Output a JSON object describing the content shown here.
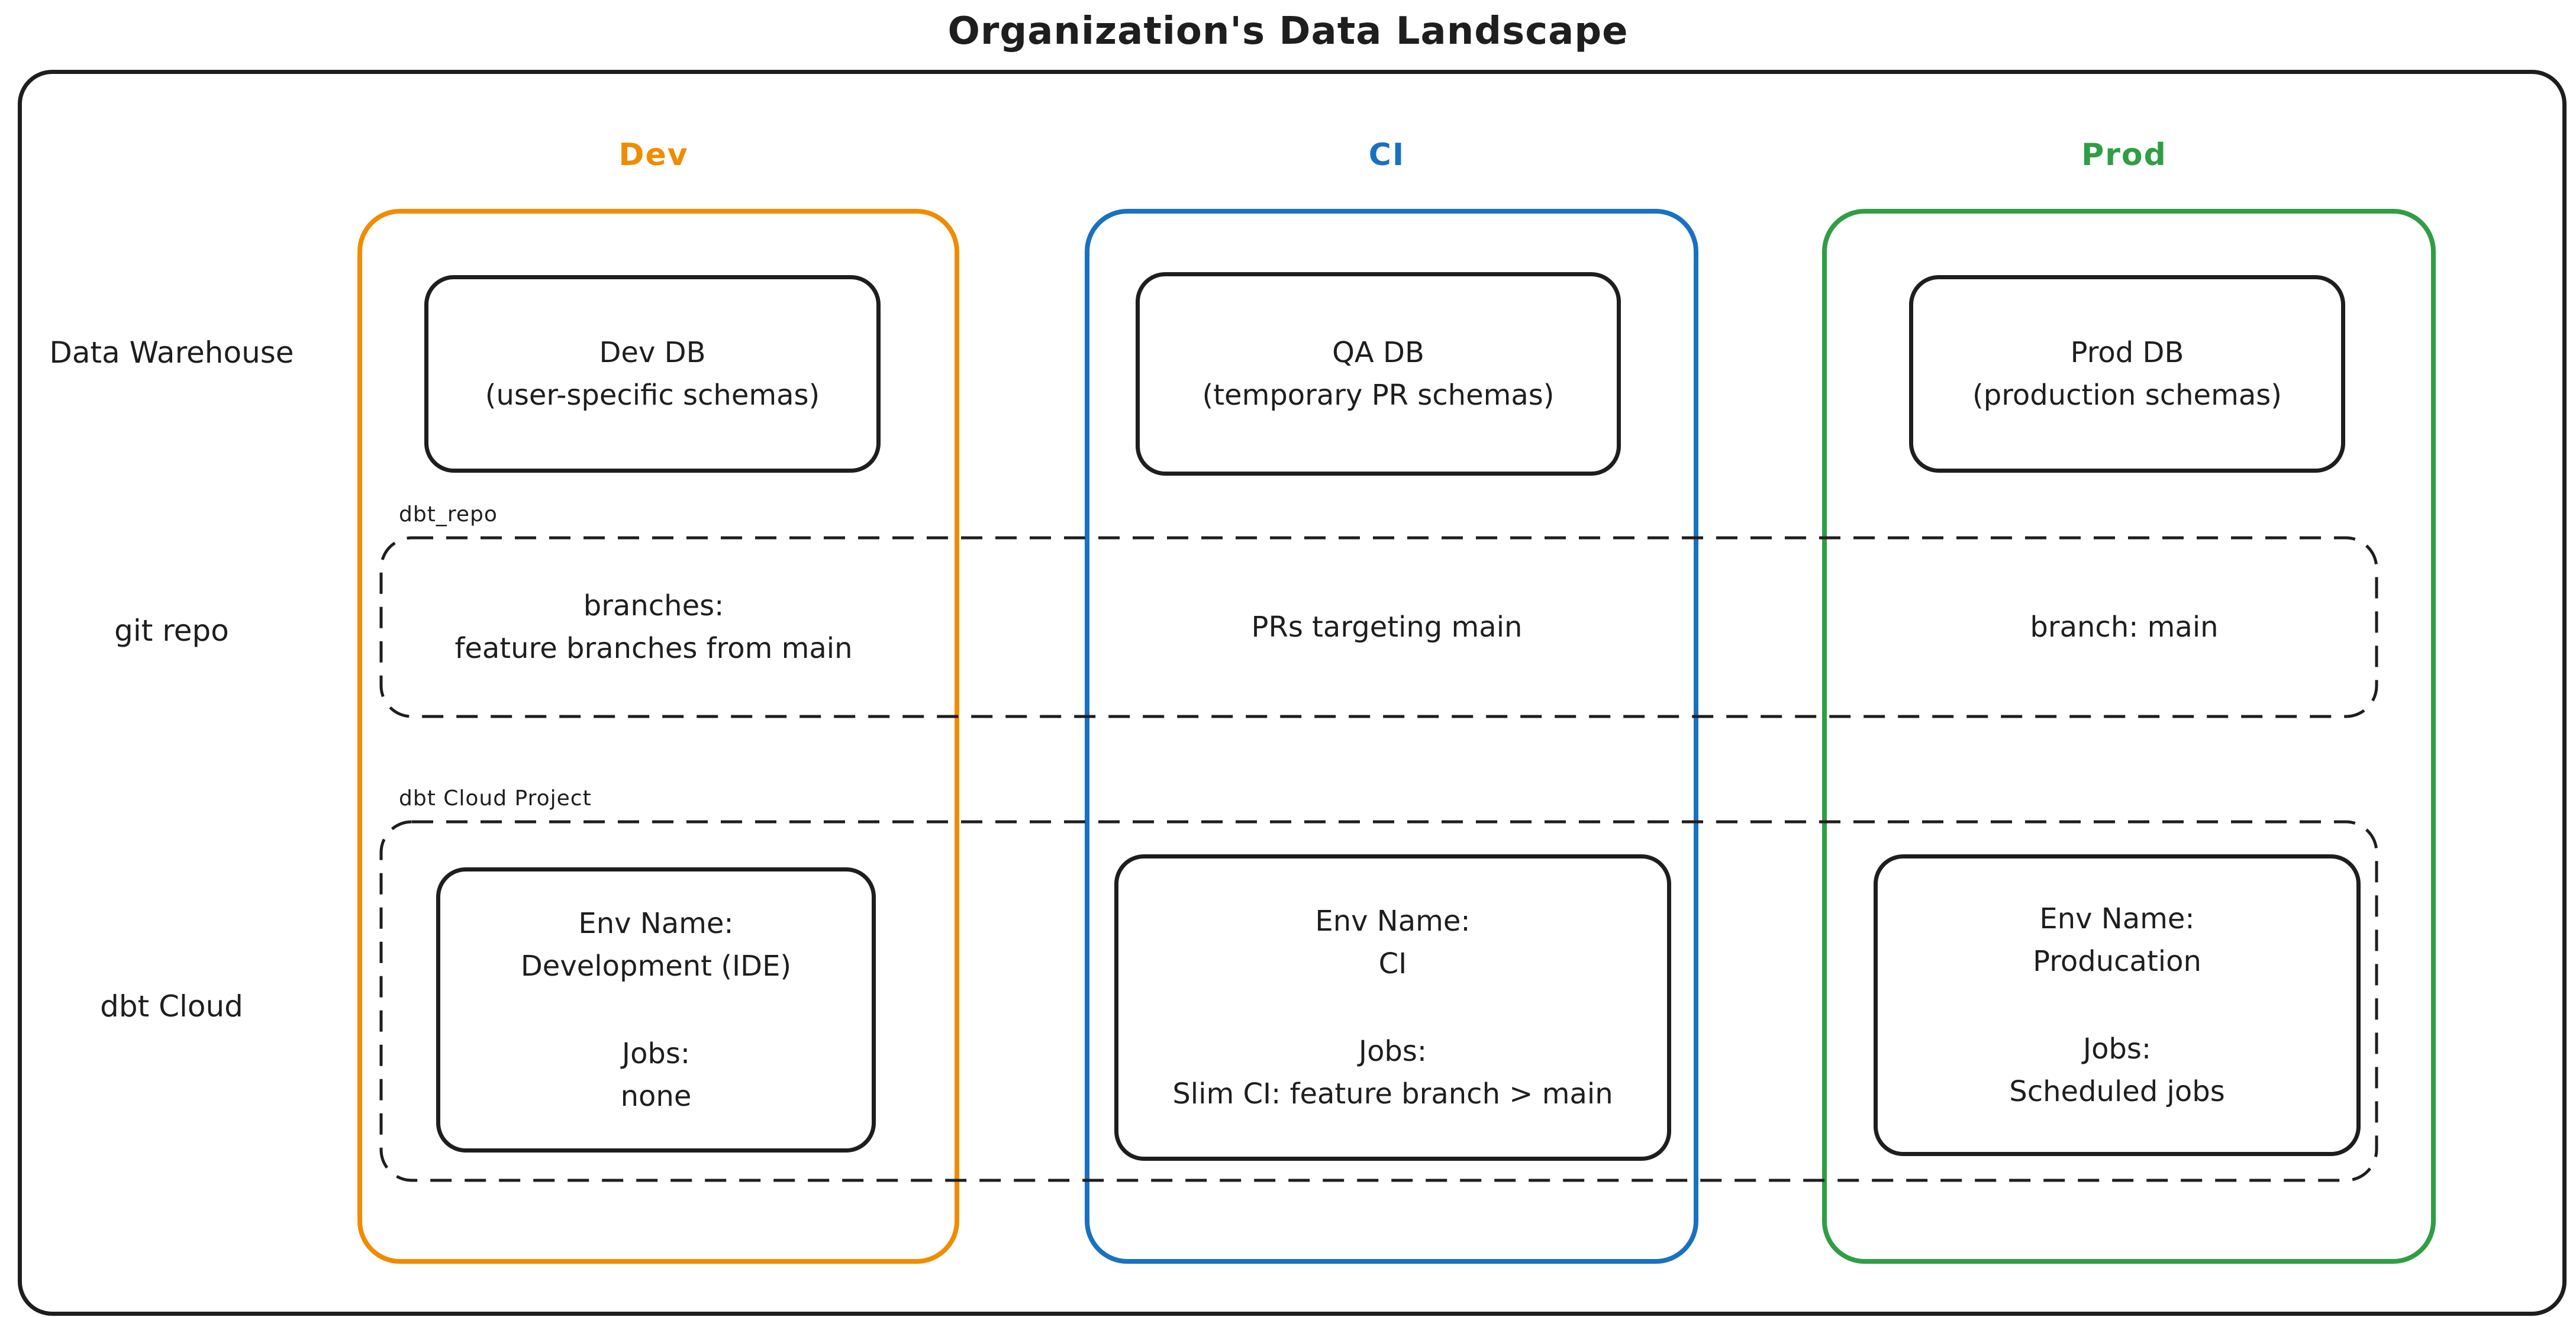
{
  "title": "Organization's Data Landscape",
  "row_labels": {
    "warehouse": "Data Warehouse",
    "git": "git repo",
    "dbt": "dbt Cloud"
  },
  "band_labels": {
    "repo": "dbt_repo",
    "project": "dbt Cloud Project"
  },
  "columns": [
    {
      "id": "dev",
      "header": "Dev",
      "color": "#f08c00",
      "db_title": "Dev DB",
      "db_subtitle": "(user-specific schemas)",
      "git_line1": "branches:",
      "git_line2": "feature branches from main",
      "env_label": "Env Name:",
      "env_value": "Development (IDE)",
      "jobs_label": "Jobs:",
      "jobs_value": "none"
    },
    {
      "id": "ci",
      "header": "CI",
      "color": "#1971c2",
      "db_title": "QA DB",
      "db_subtitle": "(temporary PR schemas)",
      "git_line1": "PRs targeting main",
      "git_line2": "",
      "env_label": "Env Name:",
      "env_value": "CI",
      "jobs_label": "Jobs:",
      "jobs_value": "Slim CI: feature branch > main"
    },
    {
      "id": "prod",
      "header": "Prod",
      "color": "#2f9e44",
      "db_title": "Prod DB",
      "db_subtitle": "(production schemas)",
      "git_line1": "branch: main",
      "git_line2": "",
      "env_label": "Env Name:",
      "env_value": "Producation",
      "jobs_label": "Jobs:",
      "jobs_value": "Scheduled jobs"
    }
  ],
  "colors": {
    "ink": "#1e1e1e",
    "background": "#ffffff"
  }
}
